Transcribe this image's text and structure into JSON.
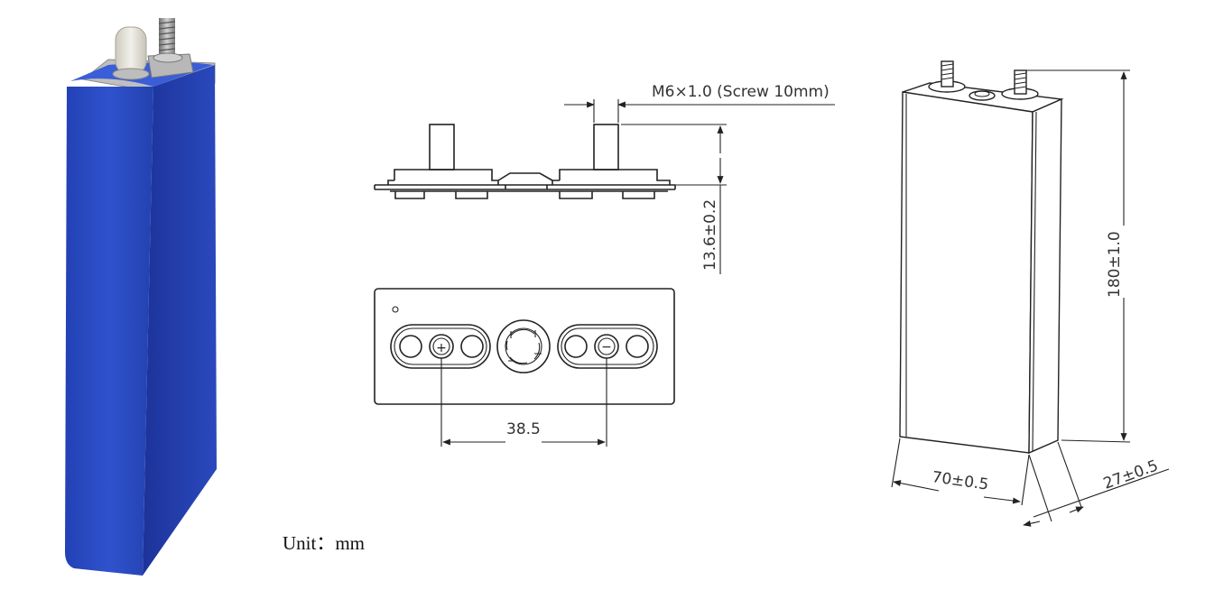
{
  "labels": {
    "screw": "M6×1.0 (Screw 10mm)",
    "height": "13.6±0.2",
    "terminal_spacing": "38.5",
    "length": "180±1.0",
    "width": "70±0.5",
    "thickness": "27±0.5",
    "unit": "Unit：mm",
    "positive_symbol": "+",
    "negative_symbol": "−"
  },
  "colors": {
    "cell_wrap": "#2643b8",
    "cell_wrap_dark": "#1b2f8f",
    "cap": "#e6e3dc",
    "terminal": "#9a9a9a",
    "line": "#222222"
  }
}
